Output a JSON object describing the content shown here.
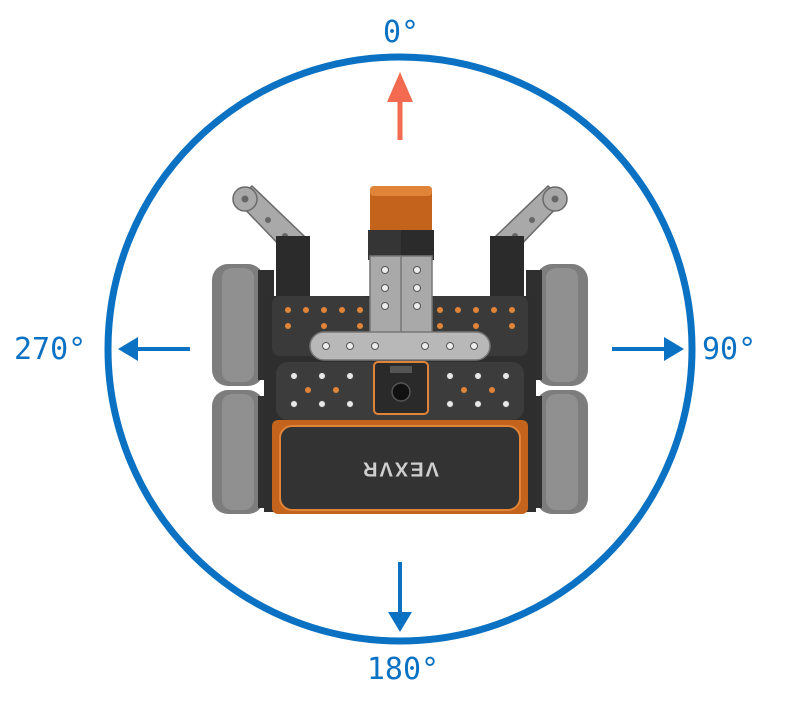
{
  "labels": {
    "north": "0°",
    "east": "90°",
    "south": "180°",
    "west": "270°"
  },
  "robot": {
    "brand_text": "VEXVR"
  },
  "colors": {
    "ring": "#0b72c3",
    "forward_arrow": "#f26a4f",
    "direction_arrows": "#0b72c3",
    "robot_orange": "#c4641c",
    "robot_dark": "#3a3a3a",
    "robot_metal": "#a9a9a9",
    "wheel": "#7d7d7d"
  }
}
